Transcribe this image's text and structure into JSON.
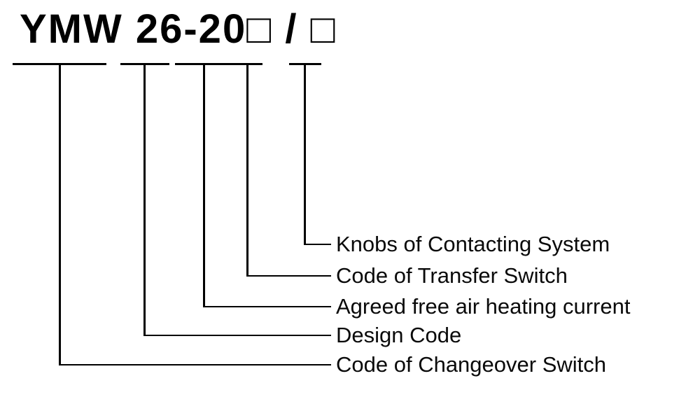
{
  "diagram": {
    "model_number": "YMW 26-20□ / □",
    "segments": [
      {
        "code": "YMW",
        "label": "Code of Changeover Switch"
      },
      {
        "code": "26",
        "label": "Design Code"
      },
      {
        "code": "-20",
        "label": "Agreed free air heating current"
      },
      {
        "code": "□",
        "label": "Code of Transfer Switch"
      },
      {
        "code": "□",
        "label": "Knobs of Contacting System"
      }
    ]
  }
}
